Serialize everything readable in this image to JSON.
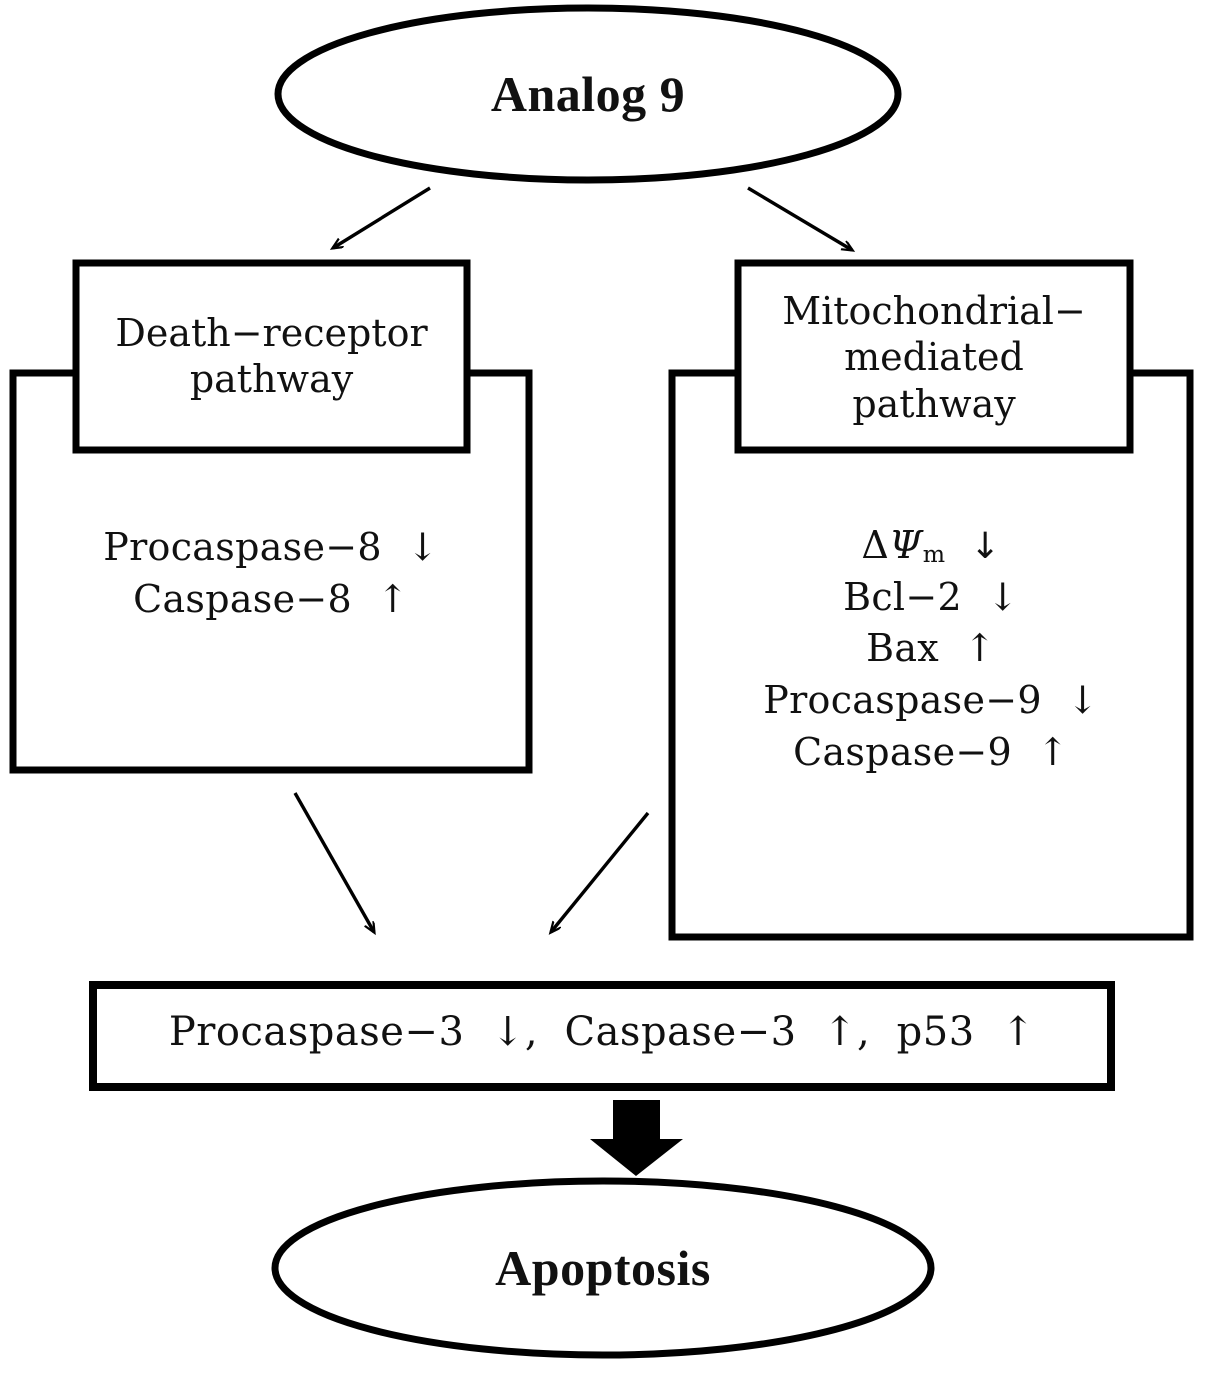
{
  "diagram": {
    "title_node": {
      "label": "Analog 9",
      "shape": "ellipse"
    },
    "outcome_node": {
      "label": "Apoptosis",
      "shape": "ellipse"
    },
    "pathways": [
      {
        "id": "death-receptor",
        "header_lines": [
          "Death−receptor",
          "pathway"
        ],
        "markers": [
          {
            "name": "Procaspase−8",
            "change": "↓"
          },
          {
            "name": "Caspase−8",
            "change": "↑"
          }
        ],
        "markers_text": "Procaspase−8  ↓\nCaspase−8  ↑"
      },
      {
        "id": "mitochondrial-mediated",
        "header_lines": [
          "Mitochondrial−",
          "mediated",
          "pathway"
        ],
        "markers": [
          {
            "name": "ΔΨm",
            "change": "↓"
          },
          {
            "name": "Bcl−2",
            "change": "↓"
          },
          {
            "name": "Bax",
            "change": "↑"
          },
          {
            "name": "Procaspase−9",
            "change": "↓"
          },
          {
            "name": "Caspase−9",
            "change": "↑"
          }
        ],
        "markers_text_rest": "Bcl−2  ↓\nBax  ↑\nProcaspase−9  ↓\nCaspase−9  ↑"
      }
    ],
    "convergence_box": {
      "text": "Procaspase−3  ↓,  Caspase−3  ↑,  p53  ↑",
      "markers": [
        {
          "name": "Procaspase−3",
          "change": "↓"
        },
        {
          "name": "Caspase−3",
          "change": "↑"
        },
        {
          "name": "p53",
          "change": "↑"
        }
      ]
    },
    "colors": {
      "stroke": "#000000",
      "fill": "#ffffff",
      "text": "#111111"
    },
    "edges": [
      {
        "from": "Analog 9",
        "to": "Death−receptor pathway",
        "style": "thin-arrow"
      },
      {
        "from": "Analog 9",
        "to": "Mitochondrial−mediated pathway",
        "style": "thin-arrow"
      },
      {
        "from": "Death−receptor pathway",
        "to": "convergence",
        "style": "thin-arrow"
      },
      {
        "from": "Mitochondrial−mediated pathway",
        "to": "convergence",
        "style": "thin-arrow"
      },
      {
        "from": "convergence",
        "to": "Apoptosis",
        "style": "thick-block-arrow"
      }
    ]
  }
}
